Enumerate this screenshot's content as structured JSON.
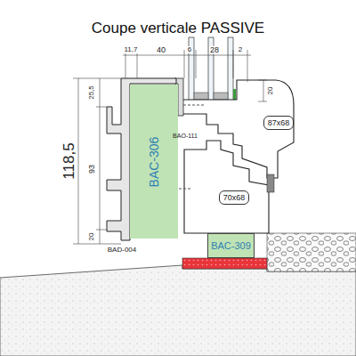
{
  "diagram": {
    "title": "Coupe verticale PASSIVE",
    "nodes": [
      {
        "text": [
          "87x68"
        ]
      },
      {
        "text": [
          "BAC-306"
        ]
      },
      {
        "text": [
          "70x68"
        ]
      },
      {
        "text": [
          "BAC-309"
        ]
      }
    ],
    "labels": [
      "11,7",
      "40",
      "6",
      "28",
      "2",
      "25,5",
      "118,5",
      "93",
      "20",
      "20",
      "BAO-111",
      "BAD-004"
    ]
  }
}
